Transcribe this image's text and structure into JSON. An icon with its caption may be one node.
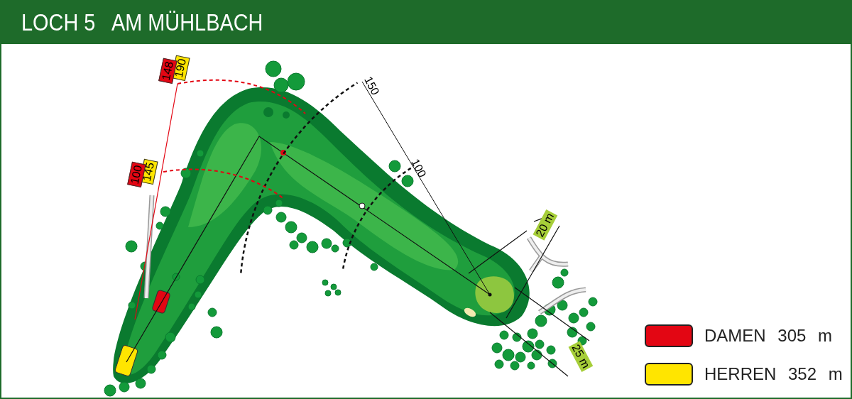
{
  "diagram": {
    "title": "LOCH 5   AM MÜHLBACH",
    "labels": [
      "190",
      "148",
      "145",
      "100",
      "150",
      "100",
      "20 m",
      "25 m"
    ],
    "legend": [
      {
        "text": "DAMEN 305 m",
        "color": "#e30613"
      },
      {
        "text": "HERREN 352 m",
        "color": "#ffe500"
      }
    ]
  }
}
